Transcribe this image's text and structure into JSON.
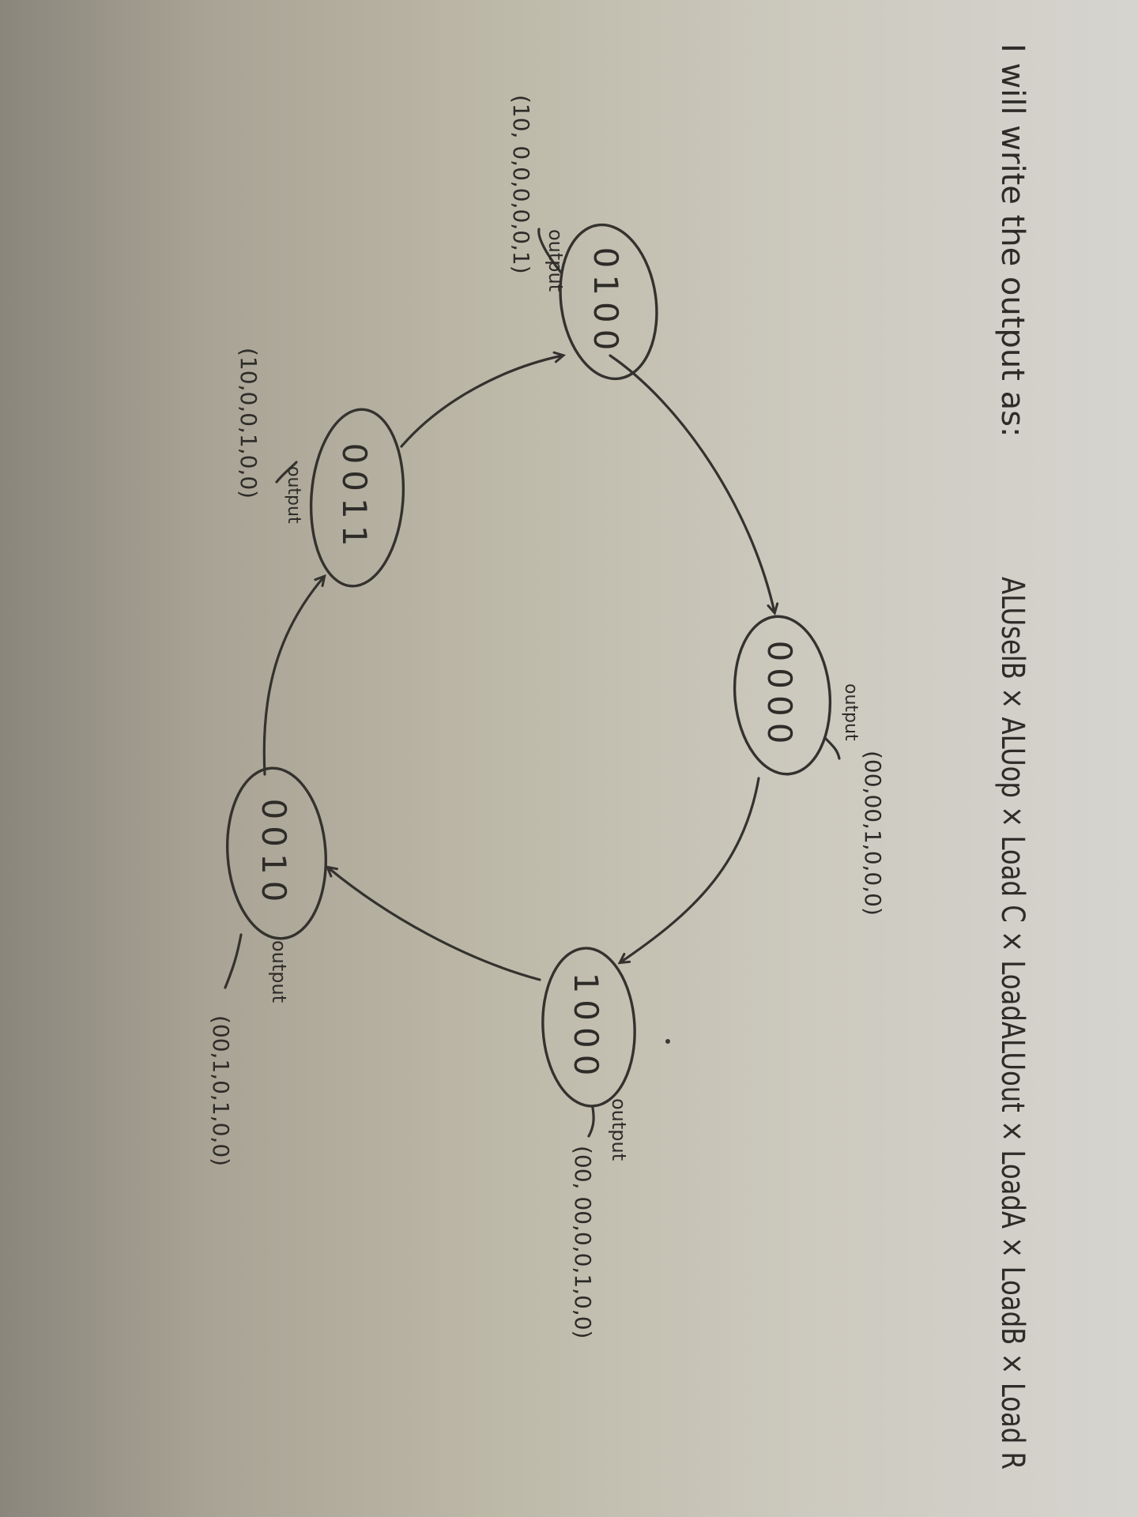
{
  "header": {
    "intro": "I will write the output as:",
    "signals": "ALUselB × ALUop × Load C × LoadALUout × LoadA × LoadB × Load R"
  },
  "states": [
    {
      "id": "s0",
      "code": "0100",
      "output_label": "output",
      "output": "(10, 0,0,0,0,0,1)"
    },
    {
      "id": "s1",
      "code": "0000",
      "output_label": "output",
      "output": "(00,00,1,0,0,0)"
    },
    {
      "id": "s2",
      "code": "1000",
      "output_label": "output",
      "output": "(00, 00,0,0,1,0,0)"
    },
    {
      "id": "s3",
      "code": "0010",
      "output_label": "output",
      "output": "(00,1,0,1,0,0)"
    },
    {
      "id": "s4",
      "code": "0011",
      "output_label": "output",
      "output": "(10,0,0,1,0,0)"
    }
  ],
  "transitions": [
    {
      "from": "0100",
      "to": "0000"
    },
    {
      "from": "0000",
      "to": "1000"
    },
    {
      "from": "1000",
      "to": "0010"
    },
    {
      "from": "0010",
      "to": "0011"
    },
    {
      "from": "0011",
      "to": "0100"
    }
  ]
}
